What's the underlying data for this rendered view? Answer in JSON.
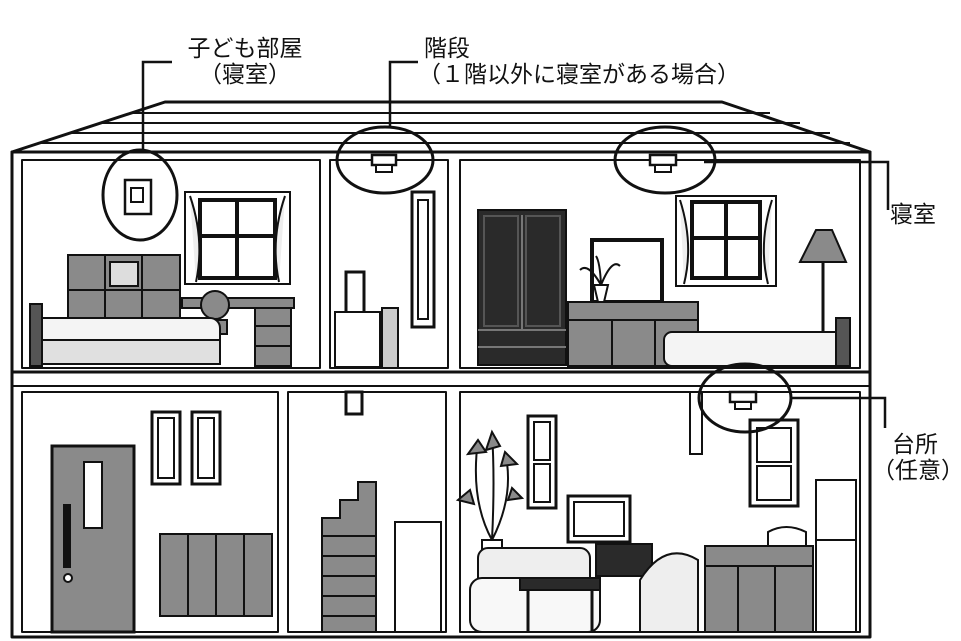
{
  "labels": {
    "child_room": {
      "name": "子ども部屋",
      "note": "（寝室）"
    },
    "stairs": {
      "name": "階段",
      "note": "（１階以外に寝室がある場合）"
    },
    "bedroom": {
      "name": "寝室"
    },
    "kitchen": {
      "name": "台所",
      "note": "（任意）"
    }
  },
  "colors": {
    "ink": "#111111",
    "wall": "#ffffff",
    "dark": "#2a2a2a",
    "mid": "#8a8a8a",
    "light": "#c9c9c9"
  }
}
